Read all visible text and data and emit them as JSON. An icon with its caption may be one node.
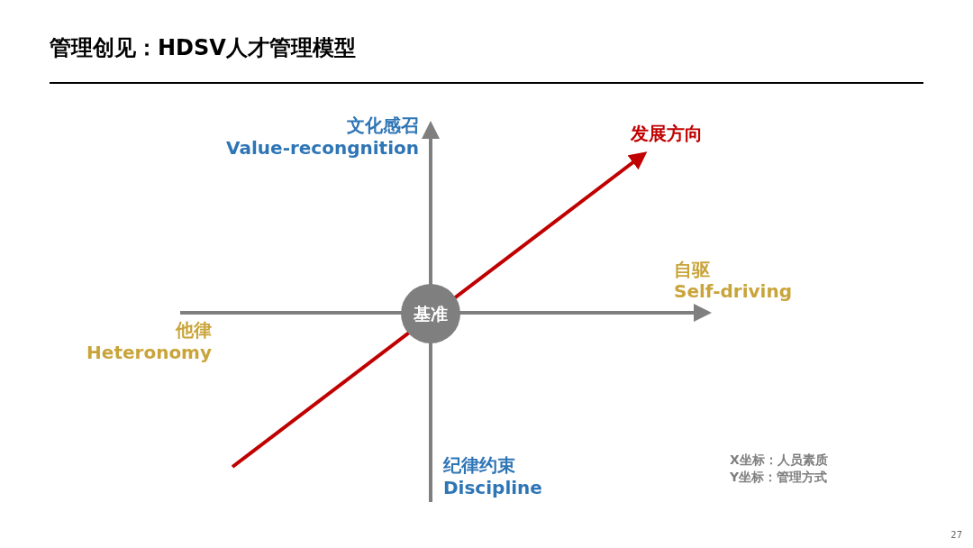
{
  "diagram": {
    "title": "管理创见：HDSV人才管理模型",
    "nodes": [
      {
        "text": [
          "基准"
        ]
      }
    ],
    "edges": [],
    "labels": [
      "文化感召",
      "Value-recongnition",
      "发展方向",
      "自驱",
      "Self-driving",
      "他律",
      "Heteronomy",
      "纪律约束",
      "Discipline",
      "X坐标：人员素质",
      "Y坐标：管理方式",
      "27"
    ]
  }
}
